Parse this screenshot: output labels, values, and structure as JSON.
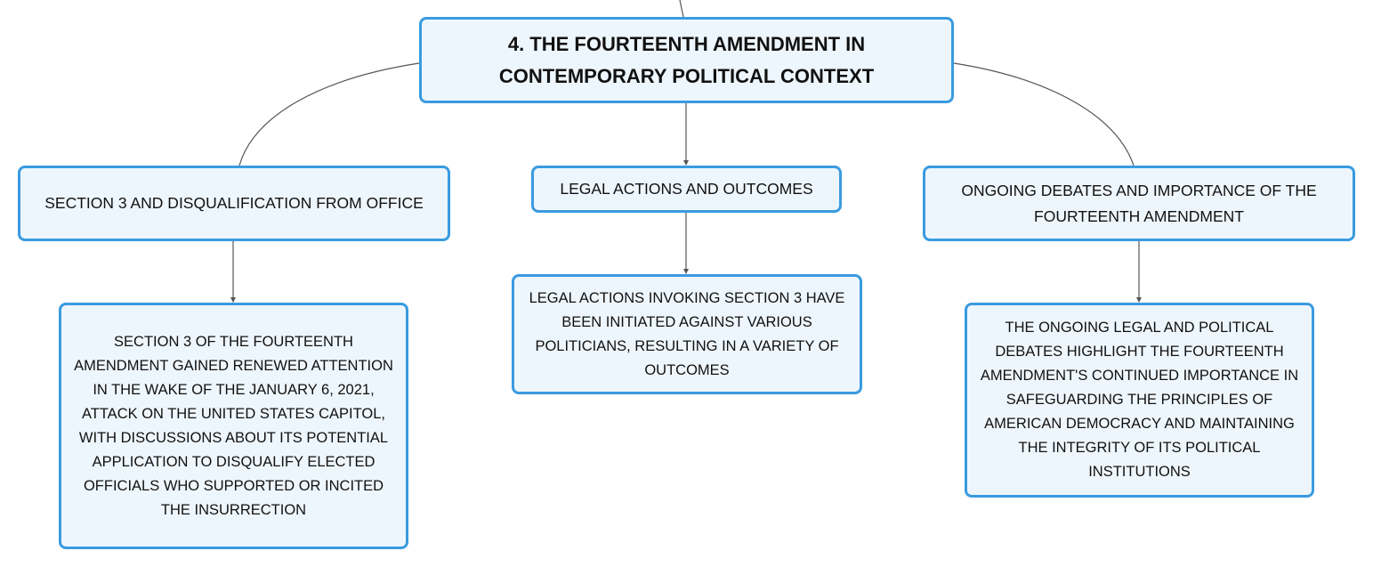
{
  "root": {
    "title": "4. THE FOURTEENTH AMENDMENT IN CONTEMPORARY POLITICAL CONTEXT"
  },
  "branches": [
    {
      "title": "SECTION 3 AND DISQUALIFICATION FROM OFFICE",
      "detail": "SECTION 3 OF THE FOURTEENTH AMENDMENT GAINED RENEWED ATTENTION IN THE WAKE OF THE JANUARY 6, 2021, ATTACK ON THE UNITED STATES CAPITOL, WITH DISCUSSIONS ABOUT ITS POTENTIAL APPLICATION TO DISQUALIFY ELECTED OFFICIALS WHO SUPPORTED OR INCITED THE INSURRECTION"
    },
    {
      "title": "LEGAL ACTIONS AND OUTCOMES",
      "detail": "LEGAL ACTIONS INVOKING SECTION 3 HAVE BEEN INITIATED AGAINST VARIOUS POLITICIANS, RESULTING IN A VARIETY OF OUTCOMES"
    },
    {
      "title": "ONGOING DEBATES AND IMPORTANCE OF THE FOURTEENTH AMENDMENT",
      "detail": "THE ONGOING LEGAL AND POLITICAL DEBATES HIGHLIGHT THE FOURTEENTH AMENDMENT'S CONTINUED IMPORTANCE IN SAFEGUARDING THE PRINCIPLES OF AMERICAN DEMOCRACY AND MAINTAINING THE INTEGRITY OF ITS POLITICAL INSTITUTIONS"
    }
  ],
  "colors": {
    "node_border": "#3a9be0",
    "node_fill": "#eef6fd",
    "connector": "#555555",
    "text": "#111111"
  }
}
